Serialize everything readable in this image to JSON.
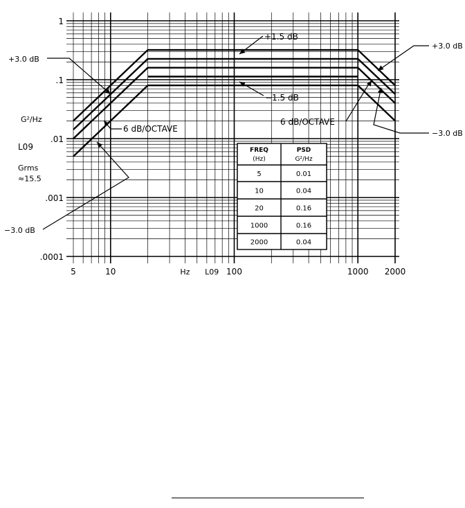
{
  "chart_data": {
    "type": "line",
    "x_scale": "log",
    "y_scale": "log",
    "xlim": [
      5,
      2000
    ],
    "ylim": [
      0.0001,
      1
    ],
    "x_ticks": [
      {
        "value": 5,
        "label": "5"
      },
      {
        "value": 10,
        "label": "10"
      },
      {
        "value": 100,
        "label": "100"
      },
      {
        "value": 1000,
        "label": "1000"
      },
      {
        "value": 2000,
        "label": "2000"
      }
    ],
    "x_tick_extra": [
      {
        "value": 40,
        "label": "Hz"
      },
      {
        "value": 66,
        "label": "L09"
      }
    ],
    "y_ticks": [
      {
        "value": 1,
        "label": "1"
      },
      {
        "value": 0.1,
        "label": ".1"
      },
      {
        "value": 0.01,
        "label": ".01"
      },
      {
        "value": 0.001,
        "label": ".001"
      },
      {
        "value": 0.0001,
        "label": ".0001"
      }
    ],
    "ylabel": "G²/Hz",
    "y_extra_labels": [
      {
        "text": "L09",
        "value": 0.0072
      },
      {
        "text": "Grms",
        "value": 0.0032
      },
      {
        "text": "≈15.5",
        "value": 0.0021
      }
    ],
    "grid": true,
    "series": [
      {
        "x": [
          5,
          20,
          1000,
          2000
        ],
        "y": [
          0.01,
          0.16,
          0.16,
          0.04
        ]
      },
      {
        "x": [
          5,
          20,
          1000,
          2000
        ],
        "y": [
          0.02,
          0.32,
          0.32,
          0.08
        ]
      },
      {
        "x": [
          5,
          20,
          1000,
          2000
        ],
        "y": [
          0.005,
          0.08,
          0.08,
          0.02
        ]
      },
      {
        "x": [
          5,
          20,
          1000,
          2000
        ],
        "y": [
          0.0142,
          0.226,
          0.226,
          0.057
        ]
      },
      {
        "x": [
          20,
          1000
        ],
        "y": [
          0.113,
          0.113
        ]
      }
    ],
    "annotations": [
      {
        "text": "+1.5 dB",
        "x": 150,
        "y": 0.4
      },
      {
        "text": "−1.5 dB",
        "x": 200,
        "y": 0.055
      },
      {
        "text": "6 dB/OCTAVE",
        "x": 9,
        "y": 0.013
      },
      {
        "text": "6 dB/OCTAVE",
        "x": 400,
        "y": 0.016
      },
      {
        "text": "+3.0 dB",
        "side": "left-top"
      },
      {
        "text": "−3.0 dB",
        "side": "left-bottom"
      },
      {
        "text": "+3.0 dB",
        "side": "right-top"
      },
      {
        "text": "−3.0 dB",
        "side": "right-bottom"
      }
    ],
    "table": {
      "headers": [
        [
          "FREQ",
          "(Hz)"
        ],
        [
          "PSD",
          "G²/Hz"
        ]
      ],
      "rows": [
        [
          "5",
          "0.01"
        ],
        [
          "10",
          "0.04"
        ],
        [
          "20",
          "0.16"
        ],
        [
          "1000",
          "0.16"
        ],
        [
          "2000",
          "0.04"
        ]
      ]
    }
  }
}
